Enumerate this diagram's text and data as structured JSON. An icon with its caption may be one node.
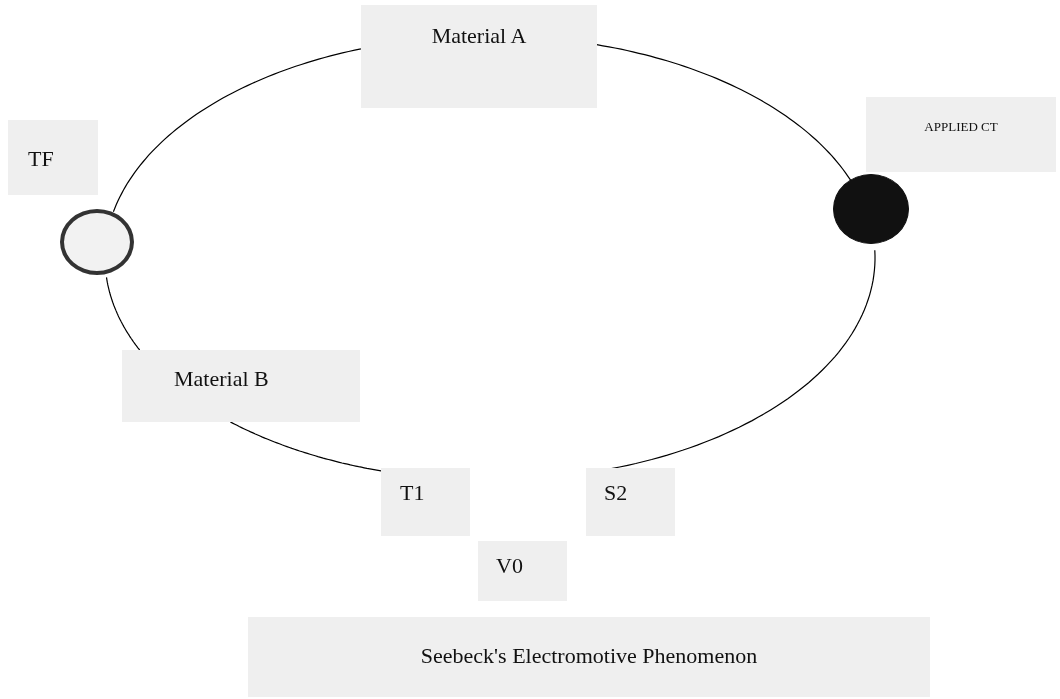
{
  "diagram": {
    "caption": "Seebeck's Electromotive Phenomenon",
    "nodes": [
      {
        "text": [
          "TF"
        ]
      },
      {
        "text": [],
        "shape": "circle"
      },
      {
        "text": [
          "Material A"
        ]
      },
      {
        "text": [
          "APPLIED CT"
        ]
      },
      {
        "text": [],
        "shape": "circle"
      },
      {
        "text": [
          "Material B"
        ]
      },
      {
        "text": [
          "T1"
        ]
      },
      {
        "text": [
          "S2"
        ]
      },
      {
        "text": [
          "V0"
        ]
      }
    ],
    "edges": [
      {
        "from": 1,
        "to": 2,
        "arrow": "none"
      },
      {
        "from": 2,
        "to": 4,
        "arrow": "none"
      },
      {
        "from": 4,
        "to": 7,
        "arrow": "none"
      },
      {
        "from": 1,
        "to": 5,
        "arrow": "none"
      },
      {
        "from": 5,
        "to": 6,
        "arrow": "none"
      }
    ]
  }
}
